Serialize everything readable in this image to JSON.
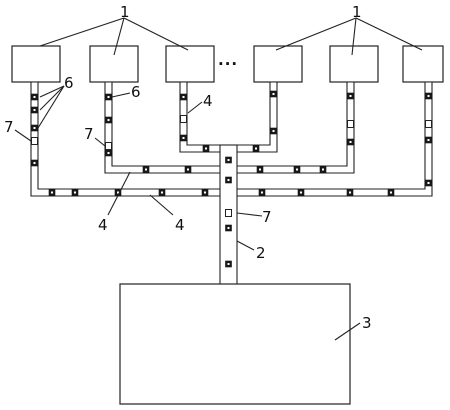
{
  "labels": {
    "unit_label": "1",
    "pipe_trunk_label": "2",
    "container_label": "3",
    "branch_pipe_label": "4",
    "sensor_label": "6",
    "valve_label": "7",
    "ellipsis": "···"
  },
  "component_counts": {
    "top_units": 6,
    "main_container": 1
  }
}
